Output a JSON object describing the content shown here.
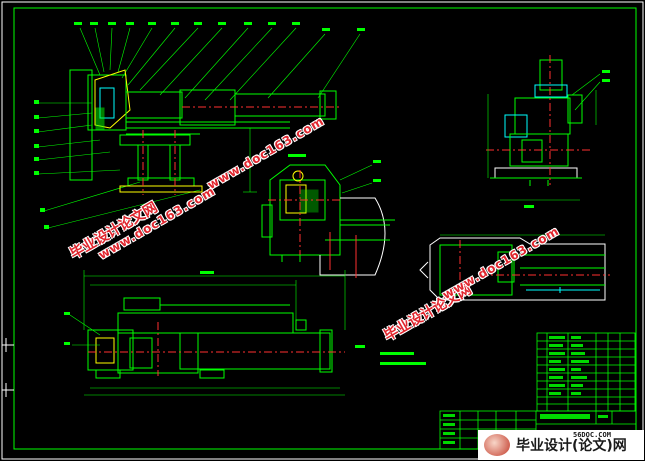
{
  "watermarks": {
    "site_cn": "毕业设计论文网",
    "site_url": "www.doc163.com"
  },
  "brand": {
    "site": "56DOC.COM",
    "name": "毕业设计(论文)网"
  },
  "colors": {
    "background": "#000000",
    "frame": "#ffffff",
    "outline": "#00ff00",
    "centerline": "#ff3030",
    "hidden": "#00ffff",
    "accent": "#ffff00",
    "watermark": "#e0262e"
  }
}
